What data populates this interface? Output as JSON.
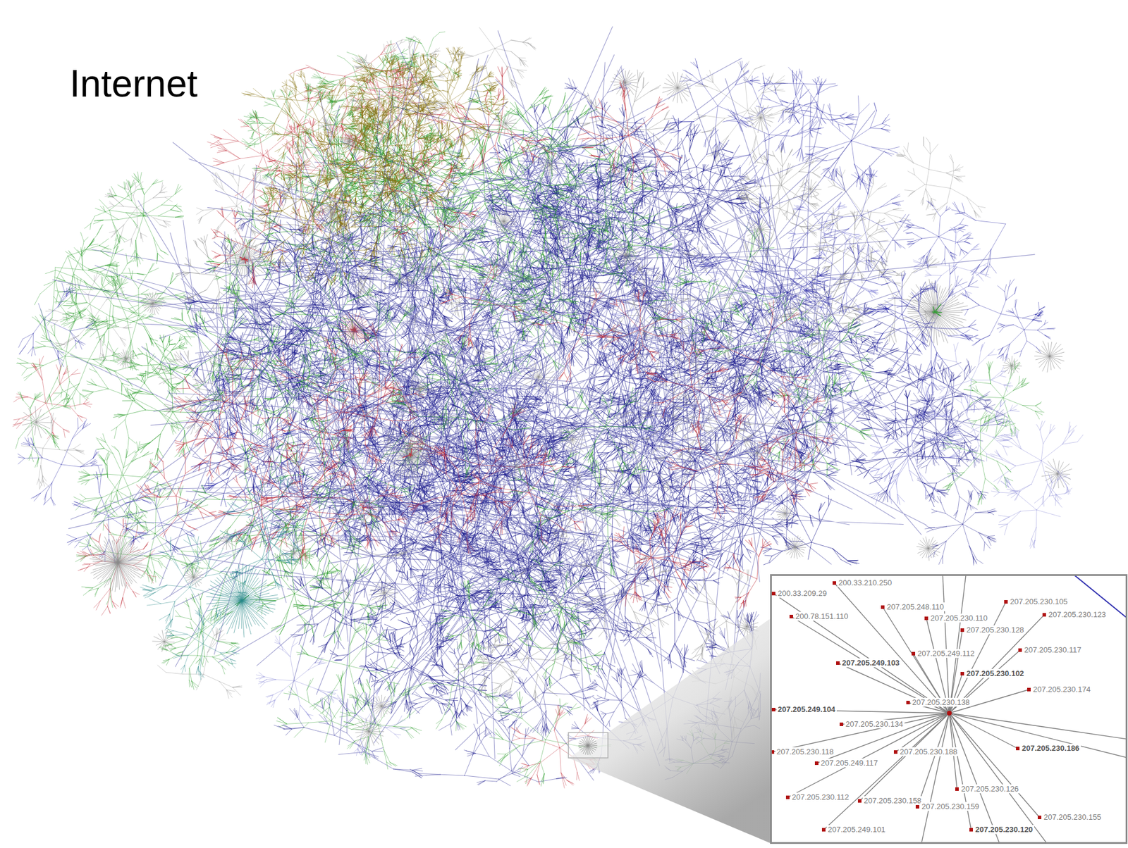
{
  "diagram": {
    "title": "Internet",
    "labels": [
      "200.33.210.250",
      "200.33.209.29",
      "200.78.151.110",
      "207.205.248.110",
      "207.205.230.110",
      "207.205.230.105",
      "207.205.230.128",
      "207.205.230.123",
      "207.205.249.112",
      "207.205.230.117",
      "207.205.249.103",
      "207.205.230.102",
      "207.205.230.174",
      "207.205.230.138",
      "207.205.249.104",
      "207.205.230.134",
      "207.205.230.118",
      "207.205.230.188",
      "207.205.230.186",
      "207.205.249.117",
      "207.205.230.112",
      "207.205.230.158",
      "207.205.230.126",
      "207.205.230.159",
      "207.205.230.155",
      "207.205.249.101",
      "207.205.230.120"
    ]
  }
}
